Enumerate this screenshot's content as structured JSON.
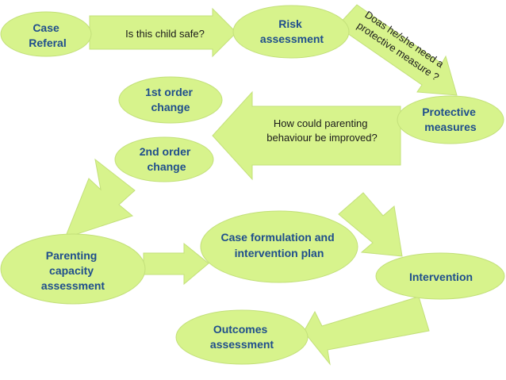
{
  "colors": {
    "fill": "#d7f38c",
    "stroke": "#c3e07a",
    "node_text": "#1f4e8c",
    "arrow_text": "#1a1a1a"
  },
  "nodes": {
    "case_referal": [
      "Case",
      "Referal"
    ],
    "risk_assessment": [
      "Risk",
      "assessment"
    ],
    "protective_measures": [
      "Protective",
      "measures"
    ],
    "first_order_change": [
      "1st order",
      "change"
    ],
    "second_order_change": [
      "2nd order",
      "change"
    ],
    "parenting_capacity": [
      "Parenting",
      "capacity",
      "assessment"
    ],
    "case_formulation": [
      "Case formulation and",
      "intervention plan"
    ],
    "intervention": [
      "Intervention"
    ],
    "outcomes": [
      "Outcomes",
      "assessment"
    ]
  },
  "arrow_labels": {
    "child_safe": "Is this child safe?",
    "protective_need": [
      "Doas he/she need a",
      "protective measure ?"
    ],
    "parenting_improve": [
      "How could parenting",
      "behaviour be improved?"
    ]
  }
}
